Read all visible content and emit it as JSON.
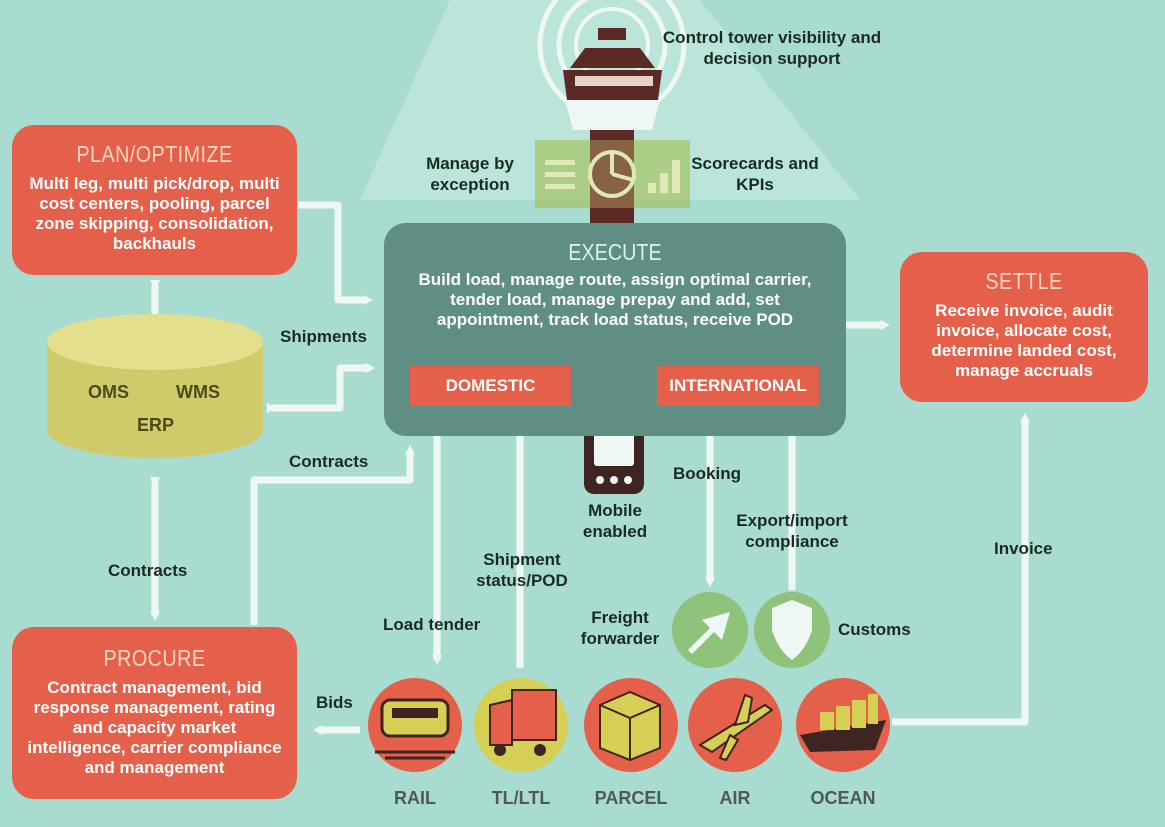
{
  "tower_label": "Control tower visibility and decision support",
  "manage_label": "Manage by exception",
  "scorecards_label": "Scorecards and KPIs",
  "plan": {
    "title": "PLAN/OPTIMIZE",
    "body": "Multi leg, multi pick/drop, multi cost centers, pooling, parcel zone skipping, consolidation, backhauls"
  },
  "execute": {
    "title": "EXECUTE",
    "body": "Build load, manage route, assign optimal carrier, tender load, manage prepay and add, set appointment, track load status, receive POD",
    "domestic": "DOMESTIC",
    "international": "INTERNATIONAL"
  },
  "settle": {
    "title": "SETTLE",
    "body": "Receive invoice, audit invoice, allocate cost, determine landed cost, manage accruals"
  },
  "procure": {
    "title": "PROCURE",
    "body": "Contract management, bid response management, rating and capacity market intelligence, carrier compliance and management"
  },
  "database": {
    "oms": "OMS",
    "wms": "WMS",
    "erp": "ERP"
  },
  "labels": {
    "shipments": "Shipments",
    "contracts_top": "Contracts",
    "contracts_left": "Contracts",
    "mobile": "Mobile enabled",
    "booking": "Booking",
    "export_import": "Export/import compliance",
    "shipment_status": "Shipment status/POD",
    "load_tender": "Load tender",
    "freight_forwarder": "Freight forwarder",
    "customs": "Customs",
    "invoice": "Invoice",
    "bids": "Bids"
  },
  "modes": [
    "RAIL",
    "TL/LTL",
    "PARCEL",
    "AIR",
    "OCEAN"
  ],
  "colors": {
    "background": "#a9dcd0",
    "red": "#e4604b",
    "execute": "#5f8e84",
    "arrow": "#eef7f4",
    "database": "#cfca6a",
    "mode_circle_red": "#e4604b",
    "mode_circle_yellow": "#d6cf55"
  },
  "icons": [
    "control-tower-icon",
    "pie-chart-icon",
    "bar-chart-icon",
    "list-icon",
    "mobile-phone-icon",
    "arrow-icon",
    "shield-icon",
    "train-icon",
    "truck-icon",
    "parcel-icon",
    "plane-icon",
    "ship-icon"
  ]
}
